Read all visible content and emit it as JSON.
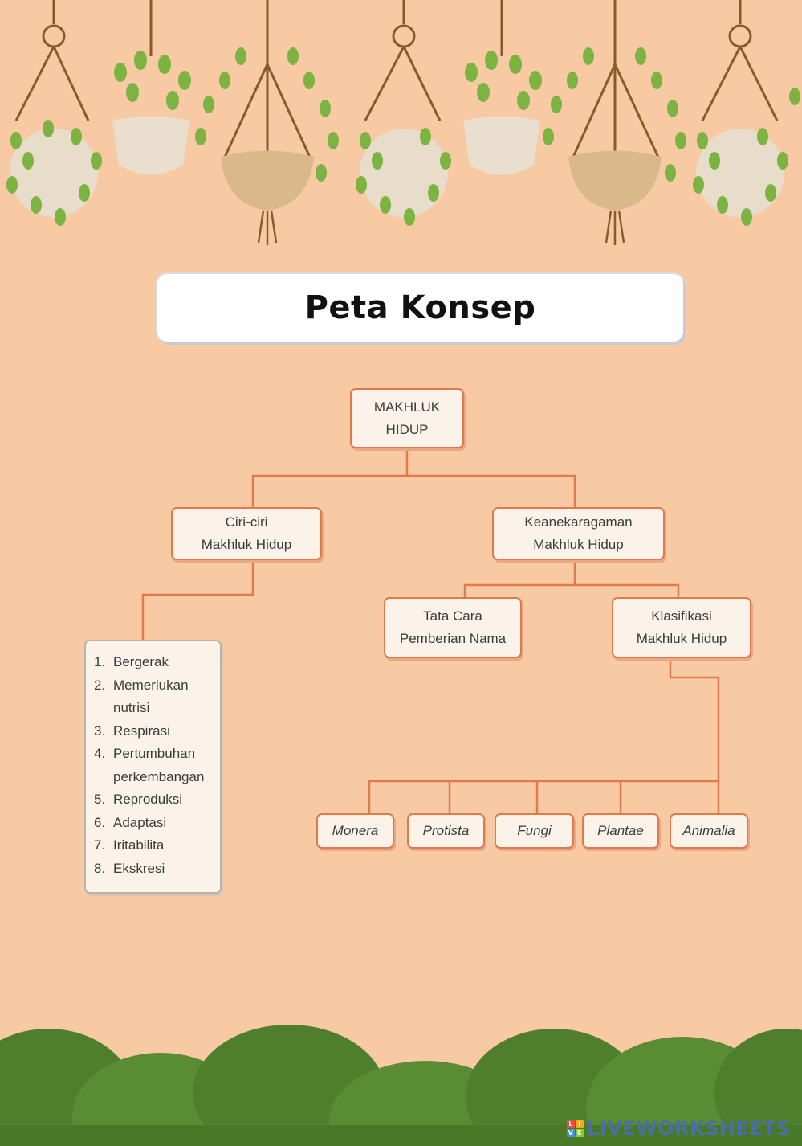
{
  "title": "Peta Konsep",
  "root": {
    "line1": "MAKHLUK",
    "line2": "HIDUP"
  },
  "branches": {
    "ciri": {
      "line1": "Ciri-ciri",
      "line2": "Makhluk Hidup"
    },
    "keanekaragaman": {
      "line1": "Keanekaragaman",
      "line2": "Makhluk Hidup"
    },
    "tata_cara": {
      "line1": "Tata Cara",
      "line2": "Pemberian Nama"
    },
    "klasifikasi": {
      "line1": "Klasifikasi",
      "line2": "Makhluk Hidup"
    }
  },
  "ciri_list": [
    {
      "num": "1.",
      "text": "Bergerak"
    },
    {
      "num": "2.",
      "text": "Memerlukan nutrisi"
    },
    {
      "num": "3.",
      "text": "Respirasi"
    },
    {
      "num": "4.",
      "text": "Pertumbuhan perkembangan"
    },
    {
      "num": "5.",
      "text": "Reproduksi"
    },
    {
      "num": "6.",
      "text": "Adaptasi"
    },
    {
      "num": "7.",
      "text": "Iritabilita"
    },
    {
      "num": "8.",
      "text": "Ekskresi"
    }
  ],
  "kingdoms": [
    "Monera",
    "Protista",
    "Fungi",
    "Plantae",
    "Animalia"
  ],
  "watermark": "LIVEWORKSHEETS",
  "colors": {
    "background": "#f8caa3",
    "node_border": "#e07a4c",
    "node_fill": "#fbf2ea",
    "connector": "#e07a4c",
    "leaf_green": "#7cb342",
    "bush_green": "#4f7f2c",
    "watermark": "#4a6ea8"
  }
}
